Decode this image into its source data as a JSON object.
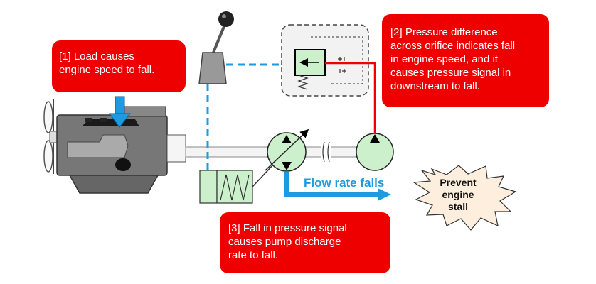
{
  "callouts": {
    "load": "[1] Load causes\nengine speed to fall.",
    "pressure": "[2] Pressure difference\nacross orifice indicates fall\nin engine speed, and it\ncauses pressure signal in\ndownstream to fall.",
    "discharge": "[3] Fall in pressure signal\ncauses pump discharge\nrate to fall."
  },
  "labels": {
    "flow": "Flow rate falls",
    "stall": "Prevent\nengine\nstall"
  },
  "colors": {
    "callout_red": "#ee0000",
    "signal_blue": "#1e9be0",
    "pressure_line_red": "#ee0000",
    "component_green": "#ccf0cc",
    "engine_gray": "#777777"
  },
  "icons": {
    "engine": "engine-icon",
    "fan": "fan-icon",
    "lever": "throttle-lever-icon",
    "valve": "control-valve-icon",
    "variable_pump": "variable-pump-icon",
    "fixed_pump": "fixed-pump-icon",
    "regulator": "pump-regulator-icon",
    "load_arrow": "load-arrow-icon",
    "flow_arrow": "flow-arrow-icon",
    "starburst": "starburst-icon"
  }
}
